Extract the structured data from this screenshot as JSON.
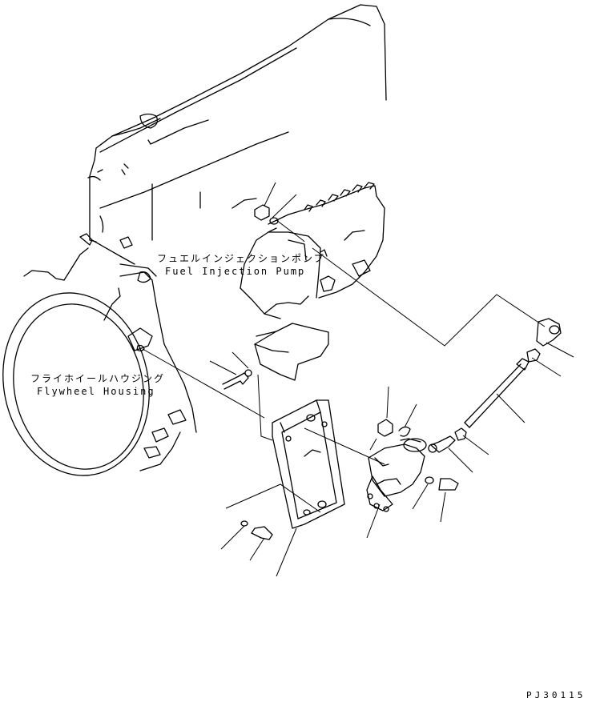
{
  "labels": {
    "fuel_pump_jp": "フュエルインジェクションポンプ",
    "fuel_pump_en": "Fuel Injection Pump",
    "flywheel_jp": "フライホイールハウジング",
    "flywheel_en": "Flywheel Housing",
    "drawing_code": "PJ30115"
  },
  "parts": [
    "engine-block",
    "flywheel-housing",
    "fuel-injection-pump",
    "cover-plate",
    "mounting-bracket",
    "stop-solenoid",
    "control-rod",
    "rod-end-upper",
    "rod-end-lower",
    "nut-upper",
    "washer-upper",
    "bolt-cover",
    "washer-cover",
    "bolt-bracket",
    "washer-bracket",
    "nut-solenoid",
    "snap-ring-solenoid",
    "bolt-solenoid",
    "washer-solenoid",
    "nut-rod-upper",
    "nut-rod-lower"
  ]
}
